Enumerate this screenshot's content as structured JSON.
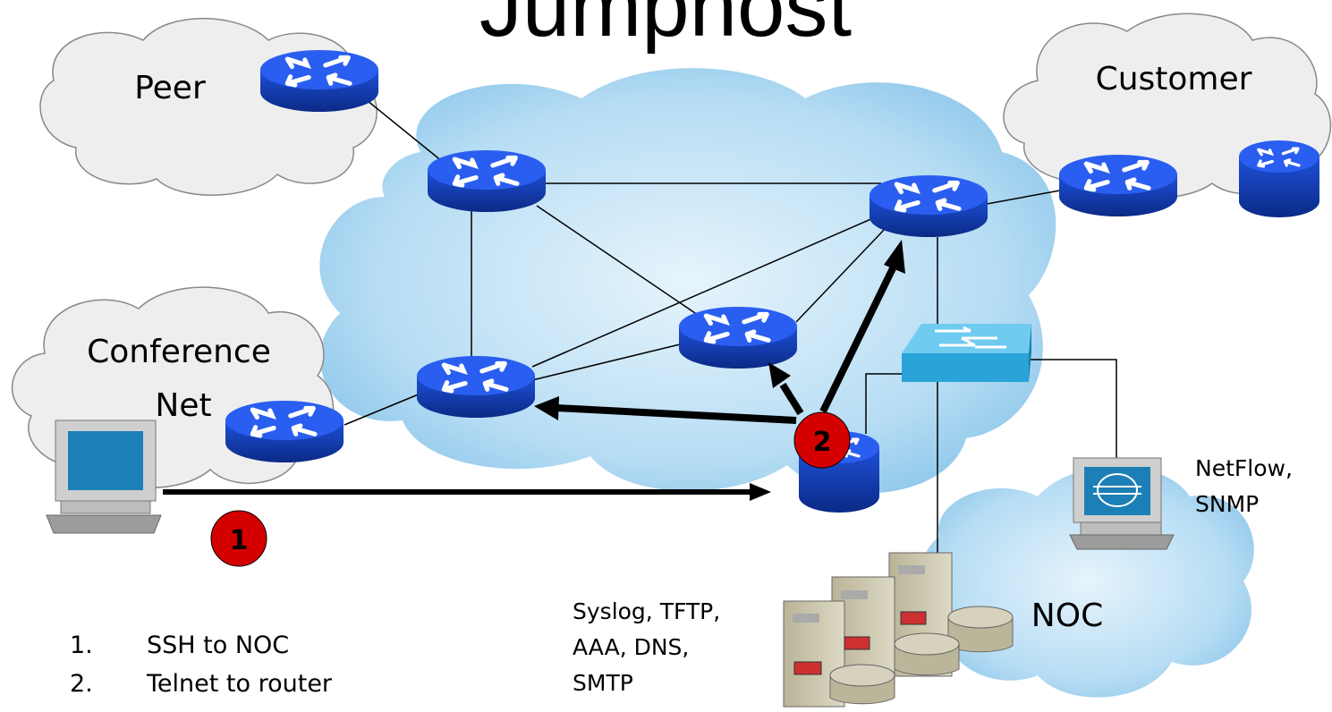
{
  "title": "Jumphost",
  "clouds": {
    "peer": "Peer",
    "customer": "Customer",
    "conference": [
      "Conference",
      "Net"
    ],
    "noc": "NOC"
  },
  "annotations": {
    "netflow": [
      "NetFlow,",
      "SNMP"
    ],
    "services": [
      "Syslog, TFTP,",
      "AAA, DNS,",
      "SMTP"
    ]
  },
  "markers": [
    {
      "label": "1",
      "color": "#d40000"
    },
    {
      "label": "2",
      "color": "#d40000"
    }
  ],
  "steps": [
    {
      "num": "1.",
      "text": "SSH to NOC"
    },
    {
      "num": "2.",
      "text": "Telnet to router"
    }
  ],
  "colors": {
    "router": "#2a5ef0",
    "cloud_blue": "#a9d6f2",
    "cloud_grey": "#eeeeee",
    "switch": "#2aa4d8",
    "server": "#c8c3a8"
  }
}
